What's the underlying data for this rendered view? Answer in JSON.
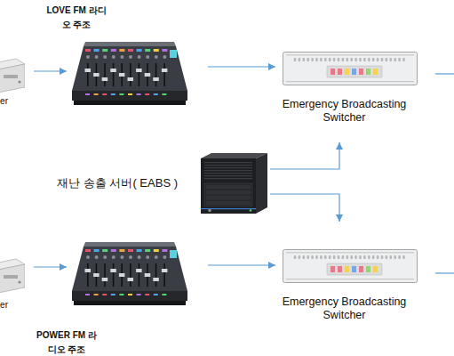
{
  "diagram": {
    "nodes": [
      {
        "text": [
          "er"
        ]
      },
      {
        "text": [
          "LOVE FM 라디오 주조"
        ]
      },
      {
        "text": [
          "Emergency Broadcasting Switcher"
        ]
      },
      {
        "text": [
          "재난 송출 서버( EABS )"
        ]
      },
      {
        "text": [
          "er"
        ]
      },
      {
        "text": [
          "POWER FM 라디오 주조"
        ]
      },
      {
        "text": [
          "Emergency Broadcasting Switcher"
        ]
      }
    ],
    "edges": [
      {
        "from": 0,
        "to": 1,
        "arrow": "to"
      },
      {
        "from": 1,
        "to": 2,
        "arrow": "to"
      },
      {
        "from": 3,
        "to": 2,
        "arrow": "to"
      },
      {
        "from": 3,
        "to": 6,
        "arrow": "to"
      },
      {
        "from": 4,
        "to": 5,
        "arrow": "to"
      },
      {
        "from": 5,
        "to": 6,
        "arrow": "to"
      }
    ]
  }
}
